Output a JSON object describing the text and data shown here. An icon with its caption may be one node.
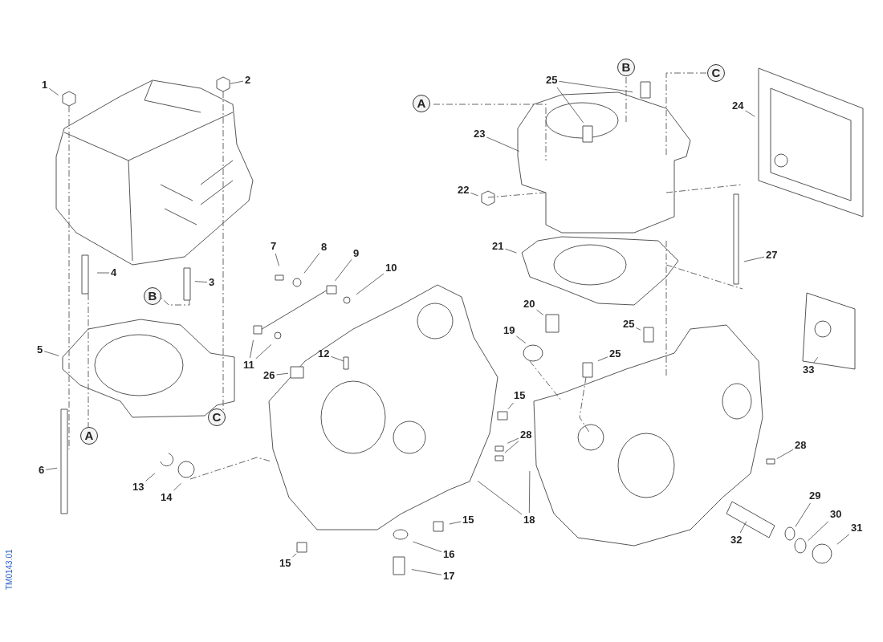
{
  "diagram": {
    "nodes": [
      {
        "text": [
          "1"
        ]
      },
      {
        "text": [
          "2"
        ]
      },
      {
        "text": [
          "B"
        ]
      },
      {
        "text": [
          "C"
        ]
      },
      {
        "text": [
          "25"
        ]
      },
      {
        "text": [
          "A"
        ]
      },
      {
        "text": [
          "24"
        ]
      },
      {
        "text": [
          "23"
        ]
      },
      {
        "text": [
          "22"
        ]
      },
      {
        "text": [
          "7"
        ]
      },
      {
        "text": [
          "8"
        ]
      },
      {
        "text": [
          "21"
        ]
      },
      {
        "text": [
          "9"
        ]
      },
      {
        "text": [
          "27"
        ]
      },
      {
        "text": [
          "10"
        ]
      },
      {
        "text": [
          "4"
        ]
      },
      {
        "text": [
          "3"
        ]
      },
      {
        "text": [
          "B"
        ]
      },
      {
        "text": [
          "20"
        ]
      },
      {
        "text": [
          "25"
        ]
      },
      {
        "text": [
          "19"
        ]
      },
      {
        "text": [
          "5"
        ]
      },
      {
        "text": [
          "25"
        ]
      },
      {
        "text": [
          "12"
        ]
      },
      {
        "text": [
          "11"
        ]
      },
      {
        "text": [
          "26"
        ]
      },
      {
        "text": [
          "33"
        ]
      },
      {
        "text": [
          "15"
        ]
      },
      {
        "text": [
          "C"
        ]
      },
      {
        "text": [
          "28"
        ]
      },
      {
        "text": [
          "A"
        ]
      },
      {
        "text": [
          "28"
        ]
      },
      {
        "text": [
          "6"
        ]
      },
      {
        "text": [
          "13"
        ]
      },
      {
        "text": [
          "29"
        ]
      },
      {
        "text": [
          "14"
        ]
      },
      {
        "text": [
          "30"
        ]
      },
      {
        "text": [
          "18"
        ]
      },
      {
        "text": [
          "15"
        ]
      },
      {
        "text": [
          "31"
        ]
      },
      {
        "text": [
          "32"
        ]
      },
      {
        "text": [
          "16"
        ]
      },
      {
        "text": [
          "15"
        ]
      },
      {
        "text": [
          "17"
        ]
      }
    ],
    "edges": [
      {
        "from": 0,
        "to": null,
        "arrow": "none"
      },
      {
        "from": 1,
        "to": null,
        "arrow": "none"
      },
      {
        "from": 4,
        "to": null,
        "arrow": "none"
      },
      {
        "from": 4,
        "to": null,
        "arrow": "none"
      },
      {
        "from": 6,
        "to": null,
        "arrow": "none"
      },
      {
        "from": 7,
        "to": null,
        "arrow": "none"
      },
      {
        "from": 8,
        "to": null,
        "arrow": "none"
      },
      {
        "from": 9,
        "to": null,
        "arrow": "none"
      },
      {
        "from": 10,
        "to": null,
        "arrow": "none"
      },
      {
        "from": 11,
        "to": null,
        "arrow": "none"
      },
      {
        "from": 12,
        "to": null,
        "arrow": "none"
      },
      {
        "from": 13,
        "to": null,
        "arrow": "none"
      },
      {
        "from": 14,
        "to": null,
        "arrow": "none"
      },
      {
        "from": 15,
        "to": null,
        "arrow": "none"
      },
      {
        "from": 16,
        "to": null,
        "arrow": "none"
      },
      {
        "from": 18,
        "to": null,
        "arrow": "none"
      },
      {
        "from": 19,
        "to": null,
        "arrow": "none"
      },
      {
        "from": 20,
        "to": null,
        "arrow": "none"
      },
      {
        "from": 21,
        "to": null,
        "arrow": "none"
      },
      {
        "from": 22,
        "to": null,
        "arrow": "none"
      },
      {
        "from": 23,
        "to": null,
        "arrow": "none"
      },
      {
        "from": 24,
        "to": null,
        "arrow": "none"
      },
      {
        "from": 24,
        "to": null,
        "arrow": "none"
      },
      {
        "from": 25,
        "to": null,
        "arrow": "none"
      },
      {
        "from": 26,
        "to": null,
        "arrow": "none"
      },
      {
        "from": 27,
        "to": null,
        "arrow": "none"
      },
      {
        "from": 29,
        "to": null,
        "arrow": "none"
      },
      {
        "from": 29,
        "to": null,
        "arrow": "none"
      },
      {
        "from": 31,
        "to": null,
        "arrow": "none"
      },
      {
        "from": 32,
        "to": null,
        "arrow": "none"
      },
      {
        "from": 33,
        "to": null,
        "arrow": "none"
      },
      {
        "from": 34,
        "to": null,
        "arrow": "none"
      },
      {
        "from": 35,
        "to": null,
        "arrow": "none"
      },
      {
        "from": 36,
        "to": null,
        "arrow": "none"
      },
      {
        "from": 37,
        "to": null,
        "arrow": "none"
      },
      {
        "from": 37,
        "to": null,
        "arrow": "none"
      },
      {
        "from": 38,
        "to": null,
        "arrow": "none"
      },
      {
        "from": 39,
        "to": null,
        "arrow": "none"
      },
      {
        "from": 40,
        "to": null,
        "arrow": "none"
      },
      {
        "from": 41,
        "to": null,
        "arrow": "none"
      },
      {
        "from": 42,
        "to": null,
        "arrow": "none"
      },
      {
        "from": 43,
        "to": null,
        "arrow": "none"
      }
    ],
    "labels": [
      "TM0143.01"
    ]
  }
}
